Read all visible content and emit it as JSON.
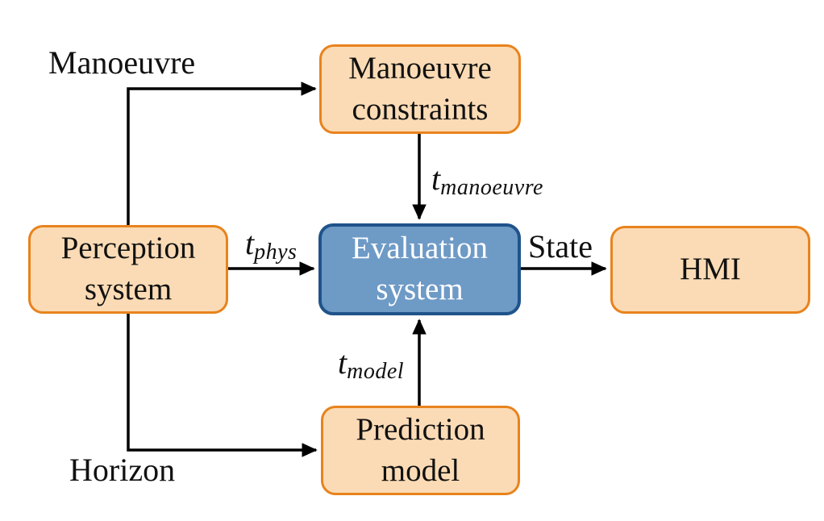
{
  "colors": {
    "orange_fill": "#FBDBB5",
    "orange_border": "#E8831D",
    "blue_fill": "#6E9AC6",
    "blue_border": "#1F538A",
    "line_color": "#000000",
    "text_dark": "#111111",
    "text_light": "#FFFFFF"
  },
  "nodes": {
    "perception": {
      "lines": [
        "Perception",
        "system"
      ]
    },
    "manoeuvre_constraints": {
      "lines": [
        "Manoeuvre",
        "constraints"
      ]
    },
    "evaluation": {
      "lines": [
        "Evaluation",
        "system"
      ]
    },
    "prediction": {
      "lines": [
        "Prediction",
        "model"
      ]
    },
    "hmi": {
      "label": "HMI"
    }
  },
  "edge_labels": {
    "manoeuvre": "Manoeuvre",
    "horizon": "Horizon",
    "state": "State",
    "t_phys": {
      "base": "t",
      "sub": "phys"
    },
    "t_manoeuvre": {
      "base": "t",
      "sub": "manoeuvre"
    },
    "t_model": {
      "base": "t",
      "sub": "model"
    }
  }
}
